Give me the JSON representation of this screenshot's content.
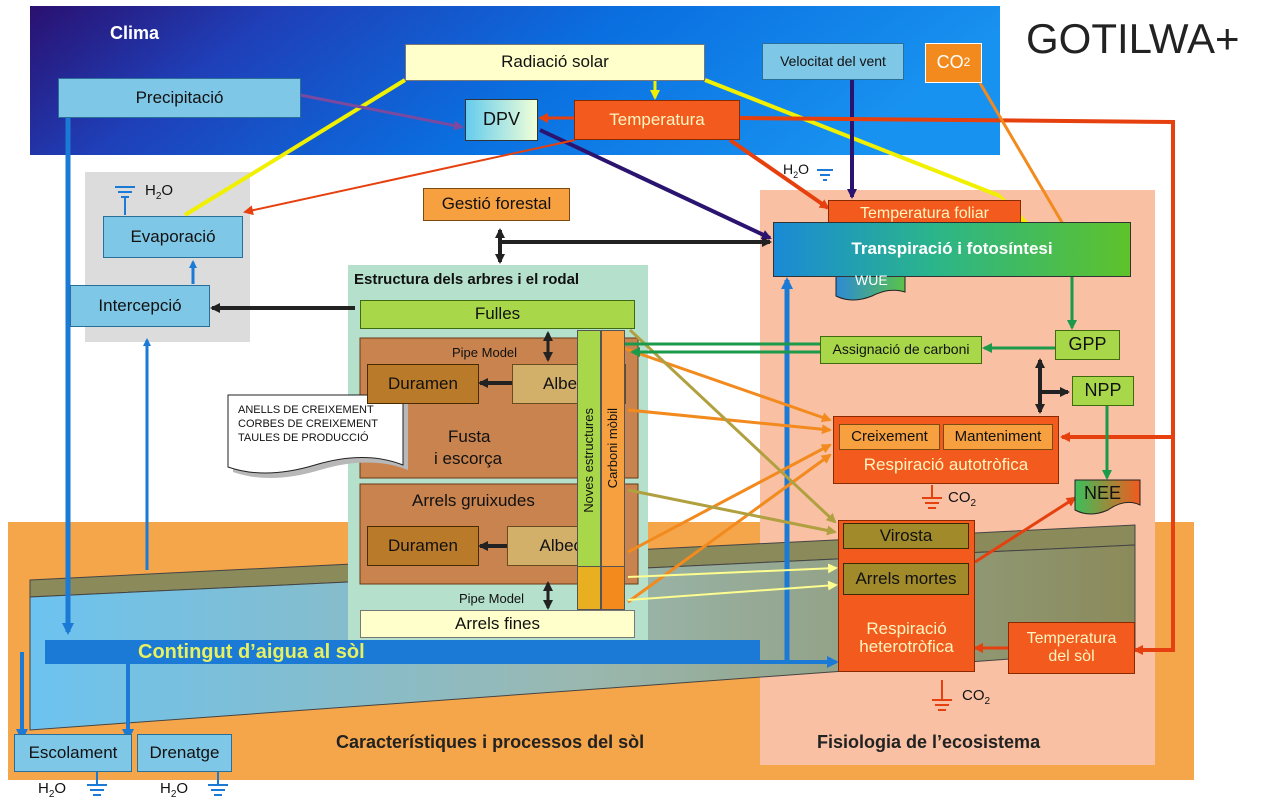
{
  "title": "GOTILWA+",
  "sections": {
    "clima": "Clima",
    "structure": "Estructura dels arbres i el rodal",
    "soil": "Característiques i processos del sòl",
    "physiology": "Fisiologia de l’ecosistema"
  },
  "climate": {
    "radiation": "Radiació solar",
    "wind": "Velocitat del vent",
    "co2_main": "CO",
    "co2_sub": "2",
    "precipitation": "Precipitació",
    "dpv": "DPV",
    "temperature": "Temperatura"
  },
  "water": {
    "h2o_main": "H",
    "h2o_sub": "2",
    "h2o_o": "O",
    "evaporation": "Evaporació",
    "interception": "Intercepció",
    "soil_water": "Contingut d’aigua al sòl",
    "runoff": "Escolament",
    "drainage": "Drenatge"
  },
  "management": "Gestió forestal",
  "tree": {
    "leaves": "Fulles",
    "pipe_model": "Pipe Model",
    "heartwood": "Duramen",
    "sapwood": "Albeca",
    "wood_bark_1": "Fusta",
    "wood_bark_2": "i escorça",
    "coarse_roots": "Arrels gruixudes",
    "fine_roots": "Arrels fines",
    "new_structures": "Noves estructures",
    "mobile_carbon": "Carboni mòbil"
  },
  "document": [
    "ANELLS DE CREIXEMENT",
    "CORBES DE CREIXEMENT",
    "TAULES DE PRODUCCIÓ"
  ],
  "physiology": {
    "leaf_temperature": "Temperatura foliar",
    "transpiration": "Transpiració i fotosíntesi",
    "wue": "WUE",
    "gpp": "GPP",
    "npp": "NPP",
    "carbon_allocation": "Assignació de carboni",
    "growth": "Creixement",
    "maintenance": "Manteniment",
    "autotrophic": "Respiració autotròfica",
    "nee": "NEE",
    "litter": "Virosta",
    "dead_roots": "Arrels mortes",
    "heterotrophic_1": "Respiració",
    "heterotrophic_2": "heterotròfica",
    "soil_temp_1": "Temperatura",
    "soil_temp_2": "del sòl"
  }
}
